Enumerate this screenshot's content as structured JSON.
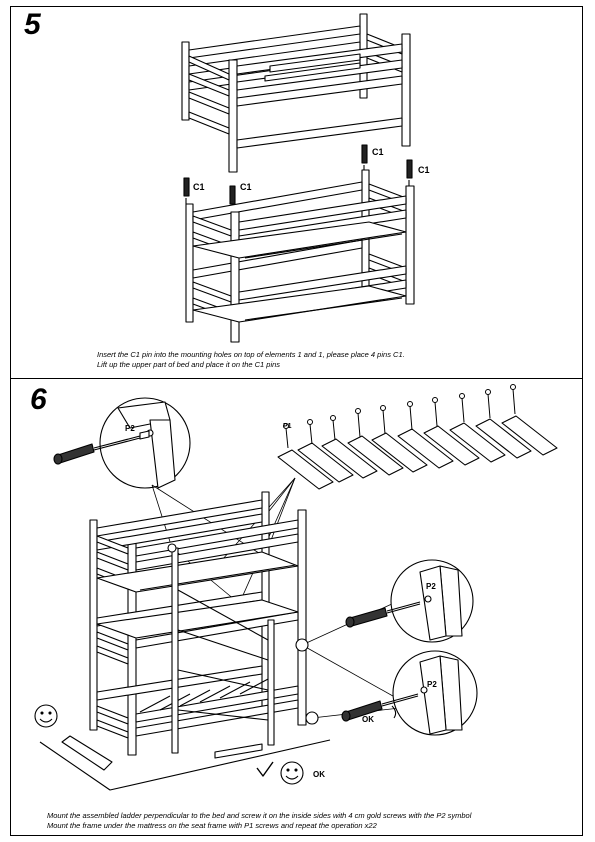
{
  "step5": {
    "number": "5",
    "pin_label": "C1",
    "caption_line1": "Insert the C1 pin into the mounting holes on top of elements 1 and 1, please place 4 pins C1.",
    "caption_line2": "Lift up the upper part of bed and place it on the C1 pins"
  },
  "step6": {
    "number": "6",
    "screw_label": "P2",
    "pin_label": "P1",
    "ok_label": "OK",
    "caption_line1": "Mount the assembled ladder perpendicular to the bed and screw it on the inside sides with 4 cm gold screws with the P2 symbol",
    "caption_line2": "Mount the frame under the mattress on the seat frame with P1 screws and repeat the operation x22"
  }
}
